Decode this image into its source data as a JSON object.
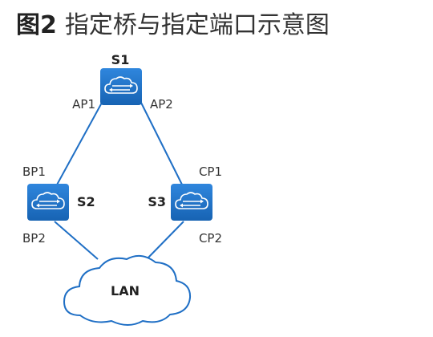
{
  "title": {
    "figure_number": "图2",
    "text": "指定桥与指定端口示意图"
  },
  "switches": {
    "s1": {
      "name": "S1",
      "port_left": "AP1",
      "port_right": "AP2"
    },
    "s2": {
      "name": "S2",
      "port_top": "BP1",
      "port_bottom": "BP2"
    },
    "s3": {
      "name": "S3",
      "port_top": "CP1",
      "port_bottom": "CP2"
    }
  },
  "cloud": {
    "label": "LAN"
  },
  "colors": {
    "switch_fill": "#1f6fc5",
    "link_line": "#1f6fc5",
    "cloud_outline": "#1f6fc5"
  },
  "icons": {
    "switch": "switch-icon",
    "cloud": "cloud-icon"
  }
}
